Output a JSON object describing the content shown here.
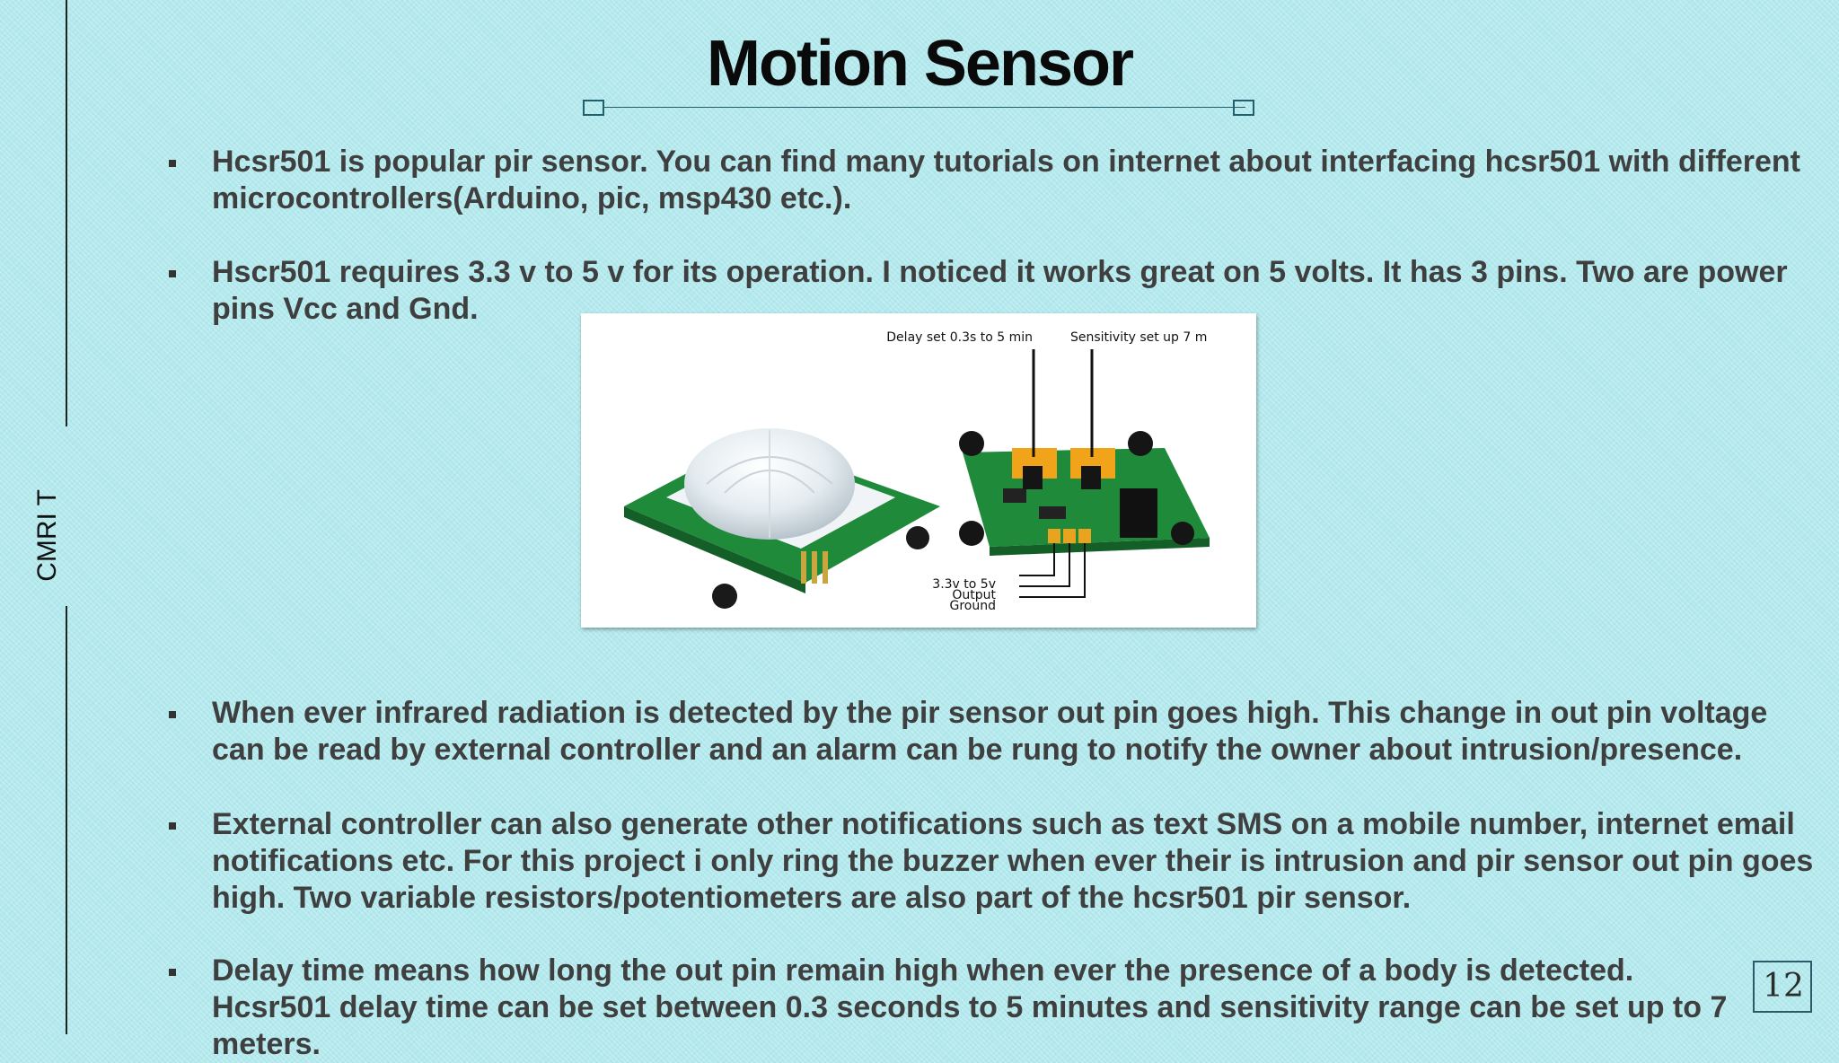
{
  "slide": {
    "side_label": "CMRI\nT",
    "title": "Motion Sensor",
    "page_number": "12"
  },
  "bullets": [
    "Hcsr501 is popular pir sensor. You can find many tutorials on internet about interfacing hcsr501 with different microcontrollers(Arduino, pic, msp430 etc.).",
    "Hscr501 requires 3.3 v to 5 v for its operation. I noticed it works great on 5 volts. It has 3 pins. Two are power pins Vcc and Gnd.",
    "When ever infrared radiation is detected by the pir sensor out pin goes high. This change in out pin voltage can be read by external controller and an alarm can be rung to notify the owner about intrusion/presence.",
    "External controller can also generate other notifications such as text SMS on a mobile number, internet email notifications etc. For this project i only ring the buzzer when ever their is intrusion and pir sensor out pin goes high. Two variable resistors/potentiometers are also part of the hcsr501 pir sensor.",
    "Delay time means how long the out pin remain high when ever the presence of a body is detected. Hcsr501 delay time can be set between 0.3 seconds to 5 minutes and sensitivity range can be set up to 7 meters."
  ],
  "figure": {
    "delay_label": "Delay set 0.3s to 5 min",
    "sensitivity_label": "Sensitivity set up 7 m",
    "pin_labels": [
      "3.3v to 5v",
      "Output",
      "Ground"
    ]
  },
  "colors": {
    "background": "#b3e9ed",
    "pcb_green": "#1e8a3a",
    "title_rule": "#1f5f6e"
  }
}
